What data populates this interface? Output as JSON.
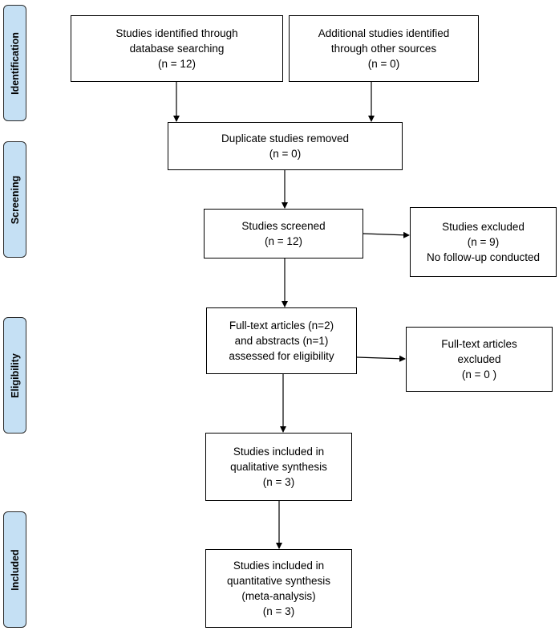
{
  "phases": {
    "identification": "Identification",
    "screening": "Screening",
    "eligibility": "Eligibility",
    "included": "Included"
  },
  "boxes": {
    "database": [
      "Studies identified through",
      "database searching",
      "(n = 12)"
    ],
    "other_sources": [
      "Additional studies identified",
      "through other sources",
      "(n = 0)"
    ],
    "duplicates": [
      "Duplicate studies removed",
      "(n = 0)"
    ],
    "screened": [
      "Studies screened",
      "(n = 12)"
    ],
    "excluded": [
      "Studies excluded",
      "(n = 9)",
      "No follow-up conducted"
    ],
    "eligibility": [
      "Full-text articles (n=2)",
      "and abstracts (n=1)",
      "assessed for eligibility"
    ],
    "fulltext_excluded": [
      "Full-text articles",
      "excluded",
      "(n = 0 )"
    ],
    "qualitative": [
      "Studies included in",
      "qualitative synthesis",
      "(n = 3)"
    ],
    "quantitative": [
      "Studies included in",
      "quantitative synthesis",
      "(meta-analysis)",
      "(n = 3)"
    ]
  }
}
